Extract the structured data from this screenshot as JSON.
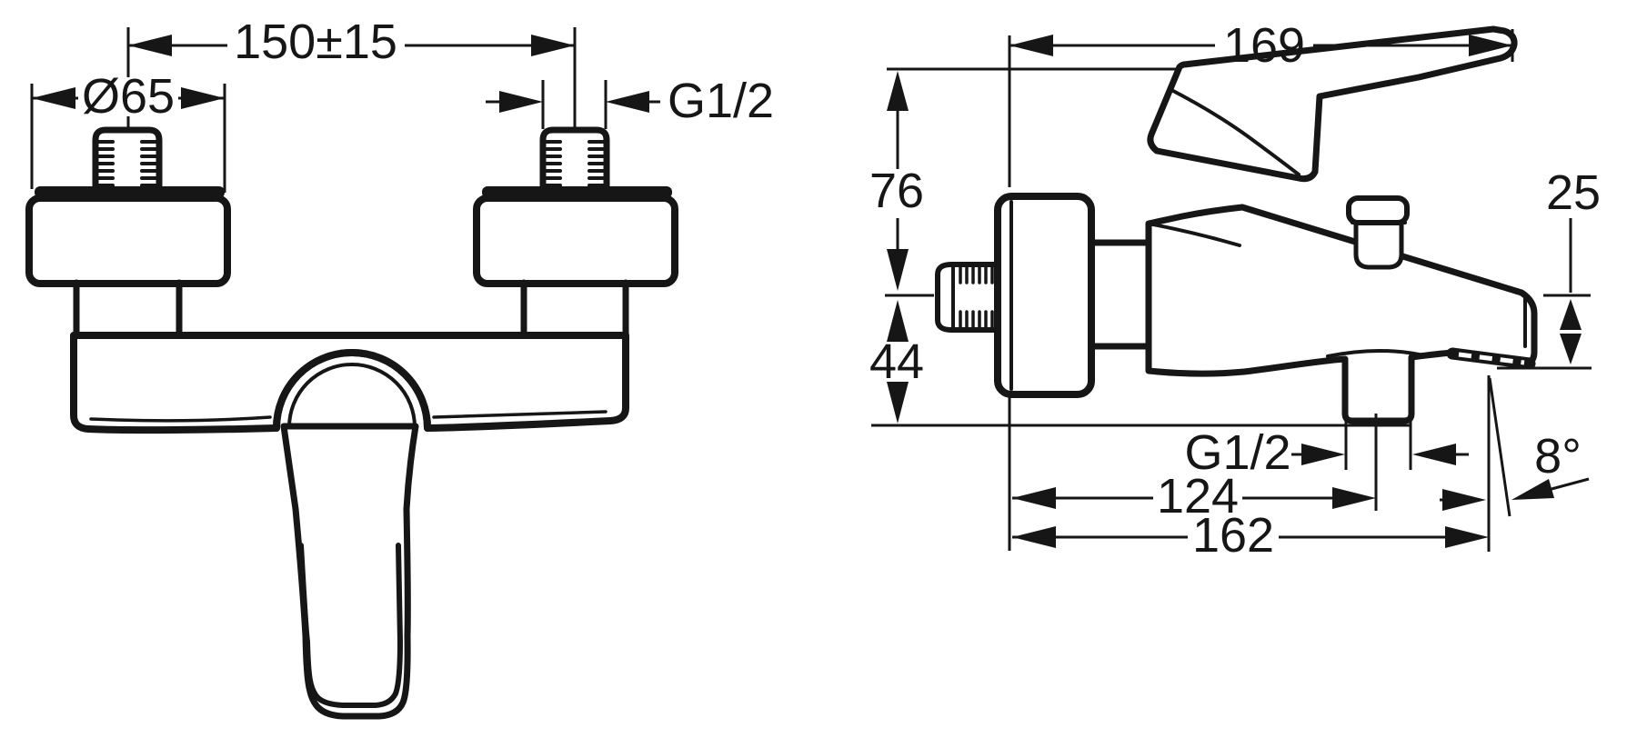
{
  "drawing_type": "technical dimension drawing, wall-mounted mixer faucet, front and side views",
  "colors": {
    "line": "#161616",
    "background": "#ffffff"
  },
  "dims": {
    "left": {
      "center_distance": "150±15",
      "flange_diameter": "Ø65",
      "connection_thread": "G1/2"
    },
    "right": {
      "total_depth": "169",
      "height_above_center": "76",
      "height_below_center": "44",
      "spout_end_height": "25",
      "outlet_thread": "G1/2",
      "outlet_distance": "124",
      "spout_reach": "162",
      "spout_angle": "8°"
    }
  }
}
